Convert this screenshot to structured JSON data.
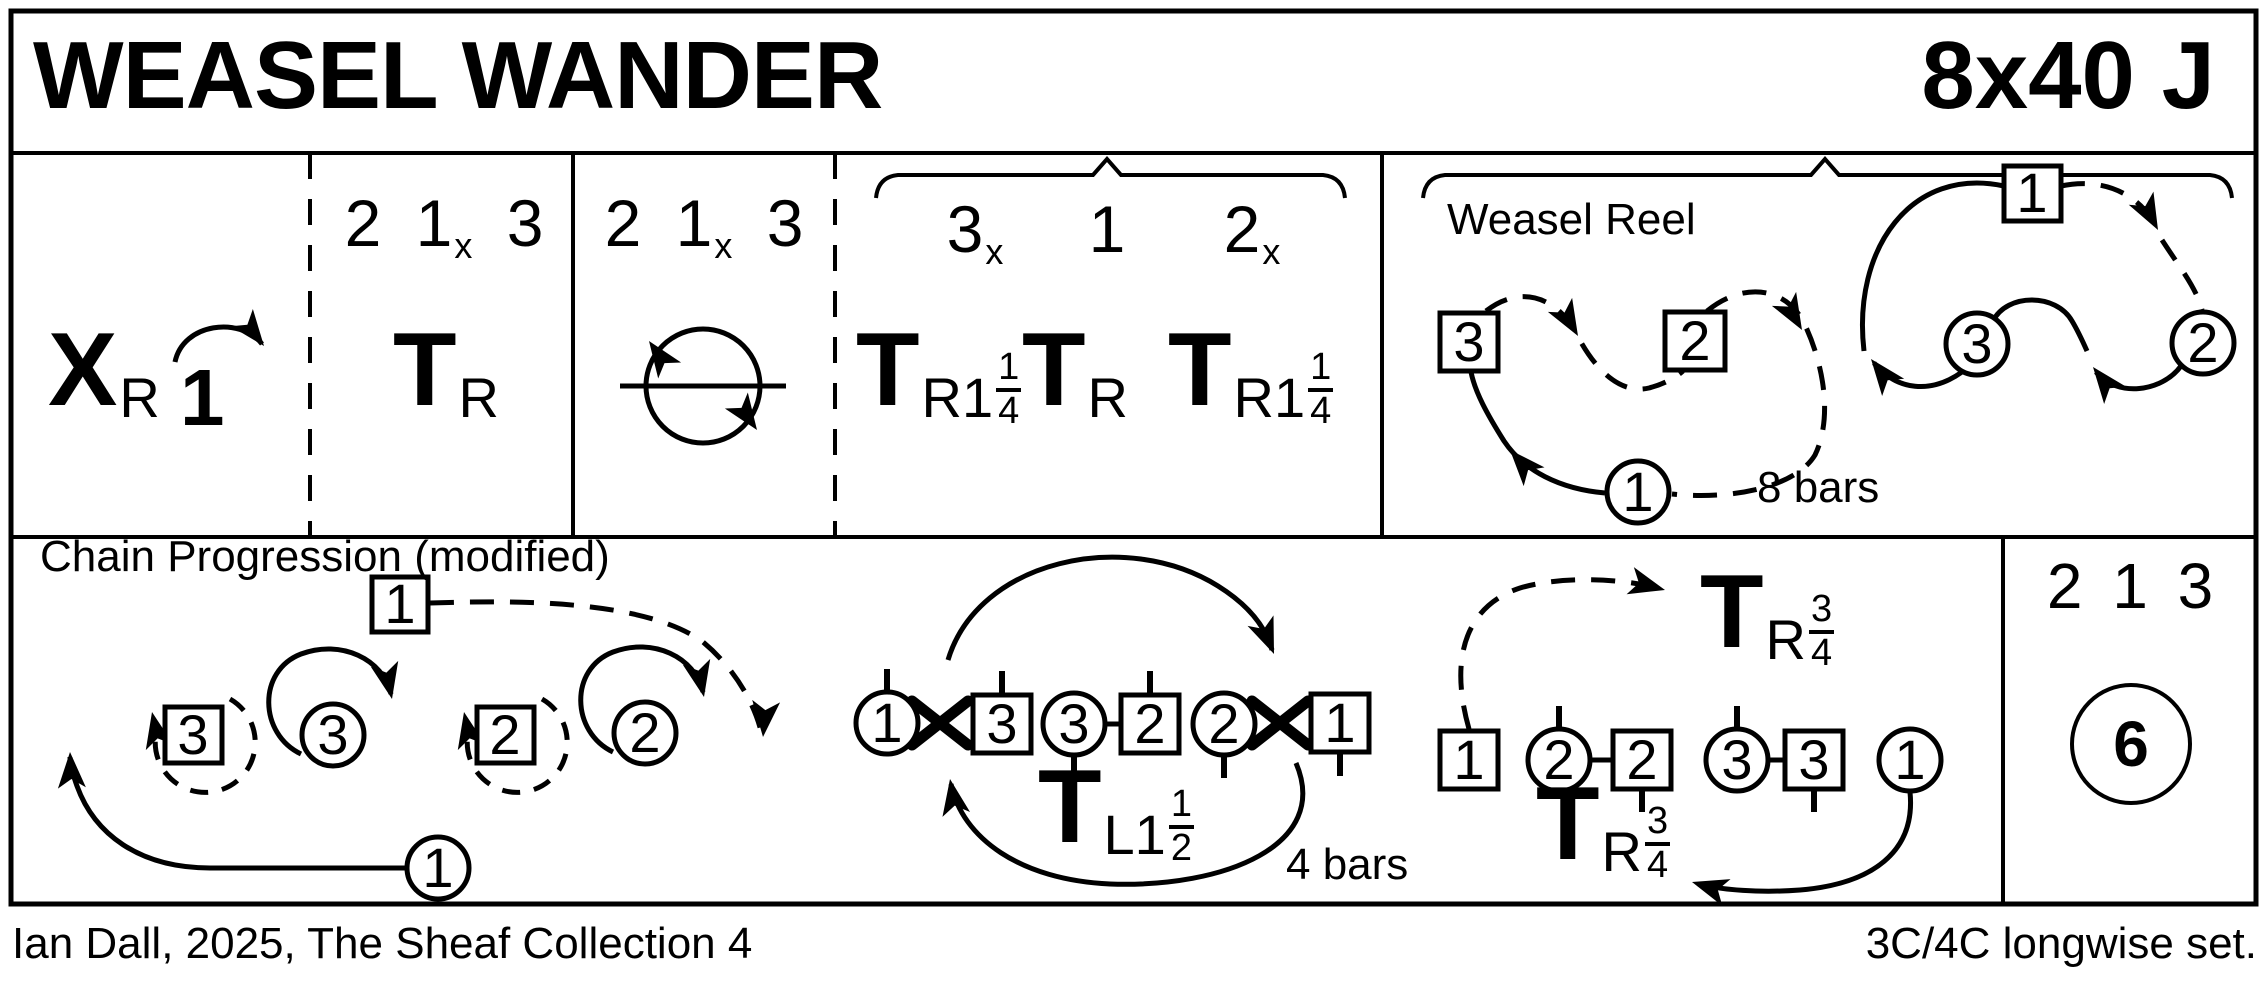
{
  "title": "WEASEL WANDER",
  "meta": "8x40 J",
  "colors": {
    "ink": "#000000",
    "paper": "#ffffff"
  },
  "bar_row": {
    "cross_cell": {
      "sym": "X",
      "sym_sub": "R",
      "couple": "1"
    },
    "turn_cell": {
      "order": {
        "n1": "2",
        "n2": "1",
        "n2_sub": "x",
        "n3": "3"
      },
      "turn": {
        "t": "T",
        "sub": "R"
      }
    },
    "circle_cell": {
      "order": {
        "n1": "2",
        "n2": "1",
        "n2_sub": "x",
        "n3": "3"
      }
    },
    "turns_cell": {
      "heads": {
        "h1": "3",
        "h1_sub": "x",
        "h2": "1",
        "h3": "2",
        "h3_sub": "x"
      },
      "t1": {
        "t": "T",
        "sub": "R1",
        "num": "1",
        "den": "4"
      },
      "t2": {
        "t": "T",
        "sub": "R"
      },
      "t3": {
        "t": "T",
        "sub": "R1",
        "num": "1",
        "den": "4"
      }
    },
    "weasel_cell": {
      "name": "Weasel Reel",
      "bars": "8 bars",
      "left": {
        "sq3": "3",
        "sq2": "2",
        "c1": "1"
      },
      "right": {
        "sq1": "1",
        "c3": "3",
        "c2": "2"
      }
    }
  },
  "progress_row": {
    "chain": {
      "name": "Chain Progression (modified)",
      "sq1": "1",
      "sq3": "3",
      "c3": "3",
      "sq2": "2",
      "c2": "2",
      "c1": "1"
    },
    "line": {
      "c1": "1",
      "sq3": "3",
      "c3": "3",
      "sq2": "2",
      "c2": "2",
      "sq1": "1",
      "turn": {
        "t": "T",
        "sub": "L1",
        "num": "1",
        "den": "2"
      },
      "bars": "4 bars"
    },
    "end": {
      "sq1": "1",
      "c2": "2",
      "sq2": "2",
      "c3": "3",
      "sq3": "3",
      "c1": "1",
      "turn_top": {
        "t": "T",
        "sub": "R",
        "num": "3",
        "den": "4"
      },
      "turn_bottom": {
        "t": "T",
        "sub": "R",
        "num": "3",
        "den": "4"
      }
    },
    "recap": {
      "order": "2 1 3",
      "repeat_mark": "6"
    }
  },
  "footer": {
    "left": "Ian Dall, 2025, The Sheaf Collection 4",
    "right": "3C/4C longwise set."
  }
}
